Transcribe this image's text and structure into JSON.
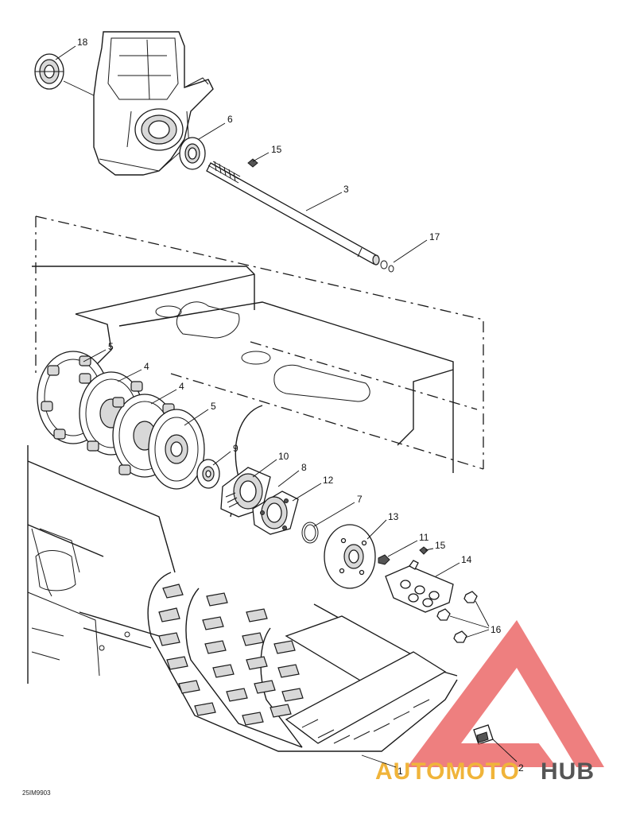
{
  "diagram": {
    "callouts": [
      {
        "id": "c18",
        "label": "18"
      },
      {
        "id": "c6",
        "label": "6"
      },
      {
        "id": "c15a",
        "label": "15"
      },
      {
        "id": "c3",
        "label": "3"
      },
      {
        "id": "c17",
        "label": "17"
      },
      {
        "id": "c5a",
        "label": "5"
      },
      {
        "id": "c4a",
        "label": "4"
      },
      {
        "id": "c4b",
        "label": "4"
      },
      {
        "id": "c5b",
        "label": "5"
      },
      {
        "id": "c9",
        "label": "9"
      },
      {
        "id": "c10",
        "label": "10"
      },
      {
        "id": "c8",
        "label": "8"
      },
      {
        "id": "c12",
        "label": "12"
      },
      {
        "id": "c7",
        "label": "7"
      },
      {
        "id": "c13",
        "label": "13"
      },
      {
        "id": "c11",
        "label": "11"
      },
      {
        "id": "c15b",
        "label": "15"
      },
      {
        "id": "c14",
        "label": "14"
      },
      {
        "id": "c16",
        "label": "16"
      },
      {
        "id": "c2",
        "label": "2"
      },
      {
        "id": "c1",
        "label": "1"
      }
    ],
    "drawing_code": "25IM9903"
  },
  "watermark": {
    "brand_part1": "AUTOMOTO",
    "brand_part2": "HUB",
    "colors": {
      "triangle": "#e84a4a",
      "brand_part1": "#f0b43a",
      "brand_part2": "#555555"
    }
  }
}
